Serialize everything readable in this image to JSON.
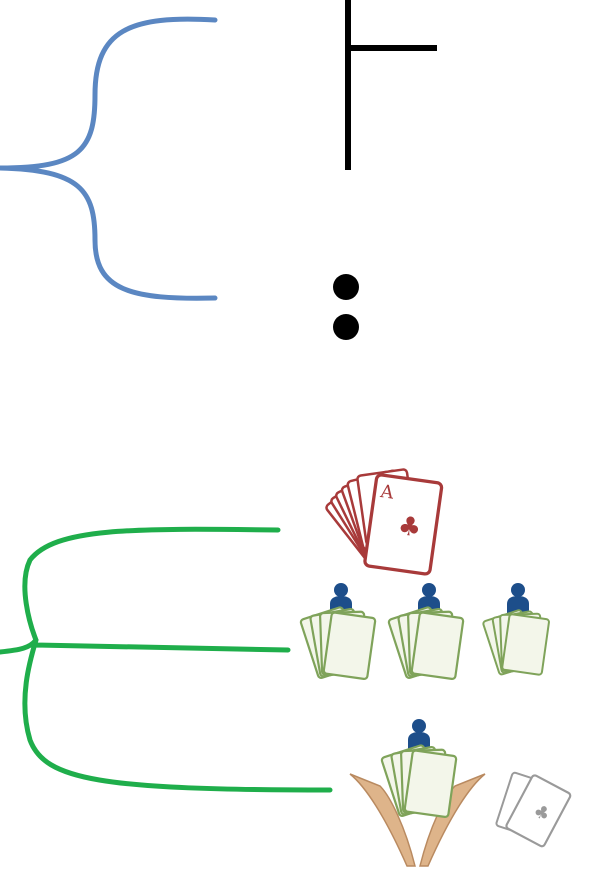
{
  "colors": {
    "blue_brace": "#5b87c2",
    "green_brace": "#1fae4b",
    "black": "#000000",
    "red_cards": "#a83a3a",
    "green_cards": "#7fa35a",
    "card_fill": "#f3f6ea",
    "person": "#1d4e8a",
    "hands": "#deb48a",
    "gray_cards": "#9a9a9a"
  },
  "icons": [
    "blue-brace",
    "t-junction-symbol",
    "colon-symbol",
    "green-brace",
    "red-card-fan-icon",
    "person-icon",
    "green-card-fan-icon",
    "hands-icon",
    "gray-card-pair-icon"
  ],
  "card_rank_label": "A"
}
